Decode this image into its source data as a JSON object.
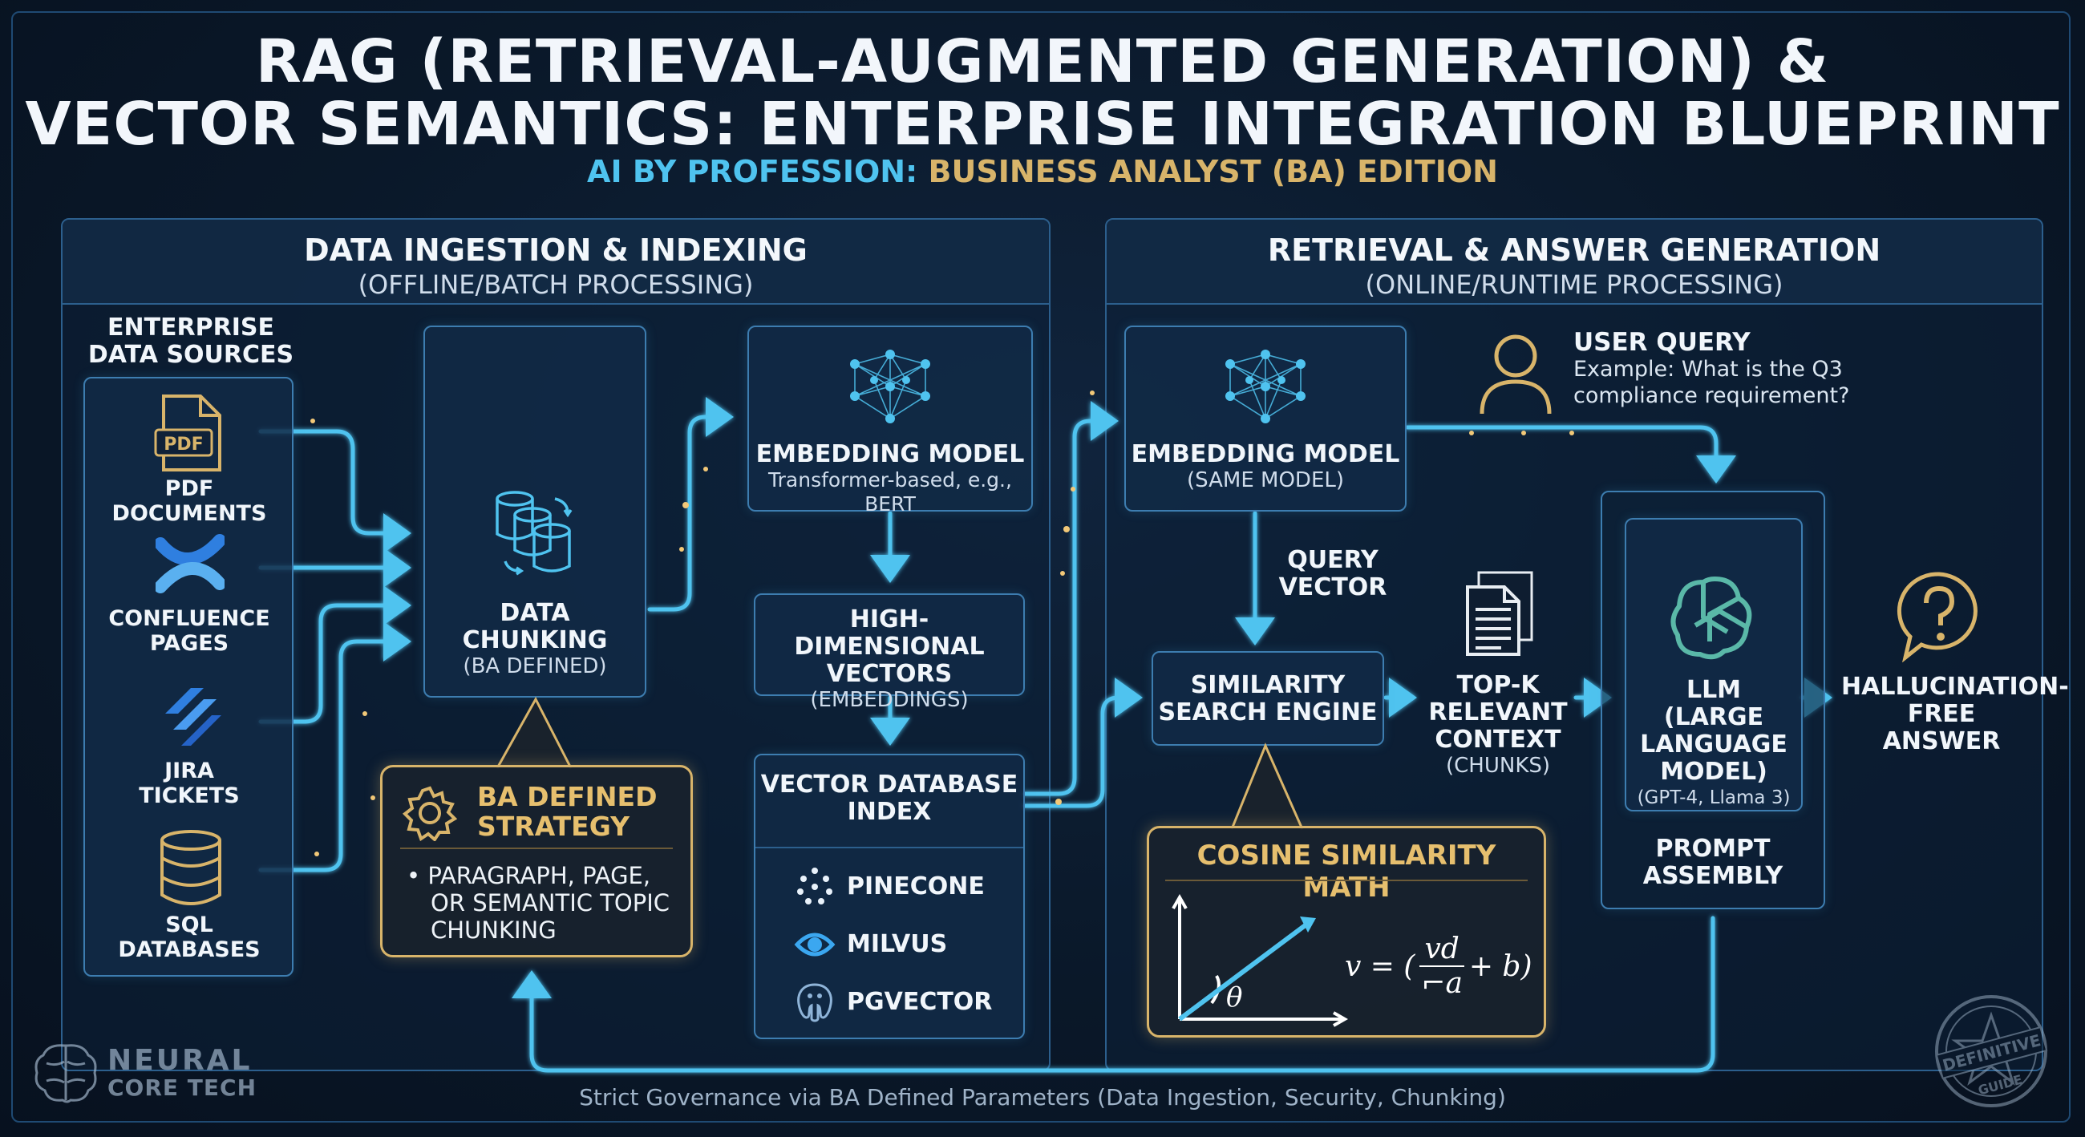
{
  "title": {
    "line1": "RAG (RETRIEVAL-AUGMENTED GENERATION) &",
    "line2": "VECTOR SEMANTICS: ENTERPRISE INTEGRATION BLUEPRINT"
  },
  "subtitle": {
    "part1": "AI BY PROFESSION:",
    "part2": "BUSINESS ANALYST (BA) EDITION"
  },
  "left_section": {
    "title": "DATA INGESTION & INDEXING",
    "subtitle": "(OFFLINE/BATCH PROCESSING)"
  },
  "right_section": {
    "title": "RETRIEVAL & ANSWER GENERATION",
    "subtitle": "(ONLINE/RUNTIME PROCESSING)"
  },
  "sources": {
    "heading_line1": "ENTERPRISE",
    "heading_line2": "DATA SOURCES",
    "items": [
      {
        "line1": "PDF DOCUMENTS",
        "line2": "",
        "icon": "pdf-icon",
        "icon_text": "PDF"
      },
      {
        "line1": "CONFLUENCE",
        "line2": "PAGES",
        "icon": "confluence-icon"
      },
      {
        "line1": "JIRA",
        "line2": "TICKETS",
        "icon": "jira-icon"
      },
      {
        "line1": "SQL",
        "line2": "DATABASES",
        "icon": "database-icon"
      }
    ]
  },
  "chunking": {
    "line1": "DATA",
    "line2": "CHUNKING",
    "line3": "(BA DEFINED)",
    "icon": "cylinders-icon"
  },
  "ba_strategy": {
    "title_line1": "BA DEFINED",
    "title_line2": "STRATEGY",
    "bullet_line1": "• PARAGRAPH, PAGE,",
    "bullet_line2": "OR SEMANTIC TOPIC",
    "bullet_line3": "CHUNKING",
    "icon": "gear-icon"
  },
  "embedding_left": {
    "title": "EMBEDDING MODEL",
    "subtitle": "Transformer-based, e.g., BERT",
    "icon": "neural-network-icon"
  },
  "vectors": {
    "line1": "HIGH-DIMENSIONAL",
    "line2": "VECTORS",
    "line3": "(EMBEDDINGS)"
  },
  "vector_db": {
    "title_line1": "VECTOR DATABASE",
    "title_line2": "INDEX",
    "items": [
      {
        "label": "PINECONE",
        "icon": "pinecone-icon"
      },
      {
        "label": "MILVUS",
        "icon": "milvus-icon"
      },
      {
        "label": "PGVECTOR",
        "icon": "pgvector-icon"
      }
    ]
  },
  "embedding_right": {
    "title": "EMBEDDING MODEL",
    "subtitle": "(SAME MODEL)",
    "icon": "neural-network-icon"
  },
  "user_query": {
    "title": "USER QUERY",
    "line1": "Example: What is the Q3",
    "line2": "compliance requirement?",
    "icon": "user-icon"
  },
  "query_vector": {
    "line1": "QUERY",
    "line2": "VECTOR"
  },
  "similarity": {
    "line1": "SIMILARITY",
    "line2": "SEARCH ENGINE"
  },
  "cosine": {
    "title": "COSINE SIMILARITY MATH",
    "theta": "θ",
    "eq_lhs": "v = (",
    "eq_num": "vd",
    "eq_den": "⌐a",
    "eq_rhs": "+ b)"
  },
  "topk": {
    "line1": "TOP-K",
    "line2": "RELEVANT",
    "line3": "CONTEXT",
    "line4": "(CHUNKS)",
    "icon": "document-icon"
  },
  "llm": {
    "line1": "LLM",
    "line2": "(LARGE",
    "line3": "LANGUAGE",
    "line4": "MODEL)",
    "line5": "(GPT-4, Llama 3)",
    "icon": "openai-icon"
  },
  "prompt_assembly": {
    "line1": "PROMPT",
    "line2": "ASSEMBLY"
  },
  "answer": {
    "line1": "HALLUCINATION-",
    "line2": "FREE",
    "line3": "ANSWER",
    "icon": "question-bubble-icon"
  },
  "brand": {
    "line1": "NEURAL",
    "line2": "CORE TECH",
    "icon": "brain-icon"
  },
  "badge": {
    "line1": "DEFINITIVE",
    "line2": "GUIDE",
    "icon": "star-seal-icon"
  },
  "footer": "Strict Governance via BA Defined Parameters (Data Ingestion, Security, Chunking)",
  "colors": {
    "accent": "#4fc3ef",
    "gold": "#d8b46a",
    "background": "#0a1829",
    "box_border": "#3d7db0"
  }
}
